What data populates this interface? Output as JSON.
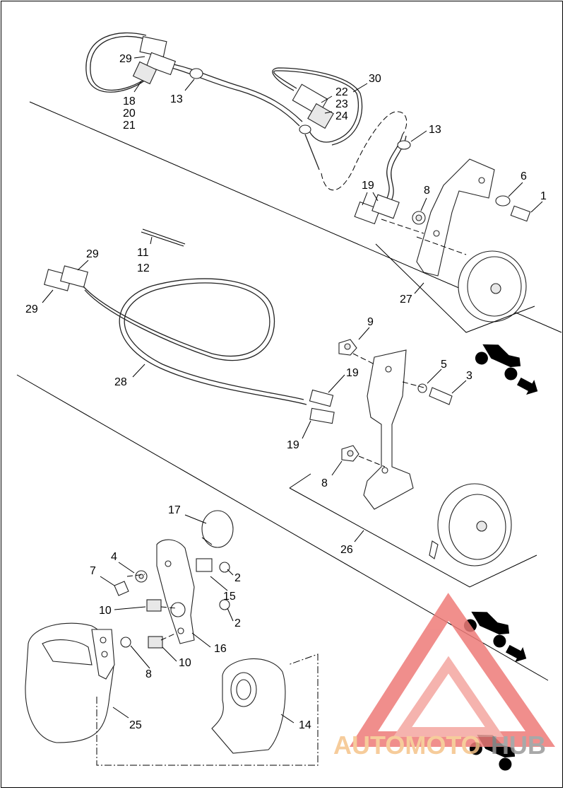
{
  "labels": {
    "l1": "1",
    "l2a": "2",
    "l2b": "2",
    "l3": "3",
    "l4": "4",
    "l5": "5",
    "l6": "6",
    "l7": "7",
    "l8a": "8",
    "l8b": "8",
    "l8c": "8",
    "l9": "9",
    "l10a": "10",
    "l10b": "10",
    "l11": "11",
    "l12": "12",
    "l13a": "13",
    "l13b": "13",
    "l14": "14",
    "l15": "15",
    "l16": "16",
    "l17": "17",
    "l18": "18",
    "l19a": "19",
    "l19b": "19",
    "l19c": "19",
    "l20": "20",
    "l21": "21",
    "l22": "22",
    "l23": "23",
    "l24": "24",
    "l25": "25",
    "l26": "26",
    "l27": "27",
    "l28": "28",
    "l29a": "29",
    "l29b": "29",
    "l29c": "29",
    "l30": "30"
  },
  "watermark": {
    "part1": "AUTOMOTO",
    "part2": "HUB",
    "color_primary": "#f4a6a0",
    "color_secondary": "#f5c48a",
    "color_logo": "#ee7b78"
  }
}
